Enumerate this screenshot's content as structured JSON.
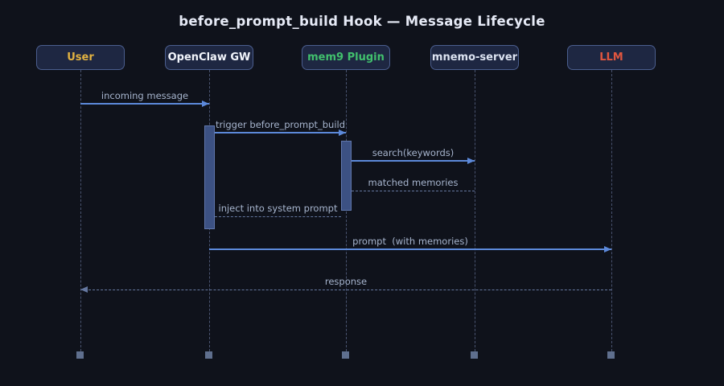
{
  "title": "before_prompt_build Hook — Message Lifecycle",
  "actors": [
    {
      "label": "User",
      "color": "#e3b341"
    },
    {
      "label": "OpenClaw GW",
      "color": "#f2f5fc"
    },
    {
      "label": "mem9 Plugin",
      "color": "#41c06d"
    },
    {
      "label": "mnemo-server",
      "color": "#dde4f2"
    },
    {
      "label": "LLM",
      "color": "#e0563f"
    }
  ],
  "messages": [
    {
      "label": "incoming message",
      "from": "User",
      "to": "OpenClaw GW",
      "line": "solid"
    },
    {
      "label": "trigger before_prompt_build",
      "from": "OpenClaw GW",
      "to": "mem9 Plugin",
      "line": "solid"
    },
    {
      "label": "search(keywords)",
      "from": "mem9 Plugin",
      "to": "mnemo-server",
      "line": "solid"
    },
    {
      "label": "matched memories",
      "from": "mnemo-server",
      "to": "mem9 Plugin",
      "line": "dashed"
    },
    {
      "label": "inject into system prompt",
      "from": "mem9 Plugin",
      "to": "OpenClaw GW",
      "line": "dashed"
    },
    {
      "label": "prompt  (with memories)",
      "from": "OpenClaw GW",
      "to": "LLM",
      "line": "solid"
    },
    {
      "label": "response",
      "from": "LLM",
      "to": "User",
      "line": "dashed"
    }
  ],
  "colors": {
    "background": "#0f121b",
    "title_text": "#e6eaf6",
    "actor_box_fill": "#1e2742",
    "actor_box_border": "#4b5e8e",
    "solid_arrow": "#5c89da",
    "dashed_arrow": "#64779f",
    "message_label": "#a6b4cd",
    "lifeline": "#49536f",
    "activation_fill": "#3c5183",
    "activation_border": "#6077ad",
    "lifeline_foot": "#5f6f8e"
  }
}
